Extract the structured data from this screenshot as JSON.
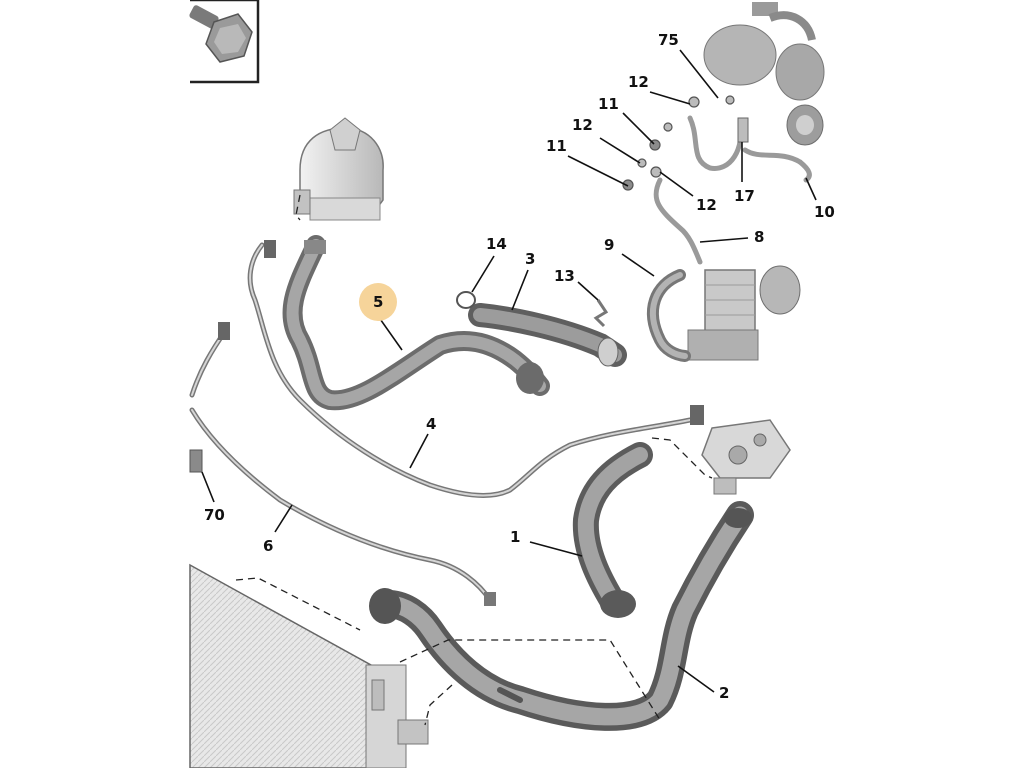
{
  "diagram": {
    "callouts": [
      {
        "id": "c75",
        "label": "75"
      },
      {
        "id": "c12a",
        "label": "12"
      },
      {
        "id": "c11a",
        "label": "11"
      },
      {
        "id": "c12b",
        "label": "12"
      },
      {
        "id": "c11b",
        "label": "11"
      },
      {
        "id": "c12c",
        "label": "12"
      },
      {
        "id": "c17",
        "label": "17"
      },
      {
        "id": "c10",
        "label": "10"
      },
      {
        "id": "c14",
        "label": "14"
      },
      {
        "id": "c3",
        "label": "3"
      },
      {
        "id": "c9",
        "label": "9"
      },
      {
        "id": "c8",
        "label": "8"
      },
      {
        "id": "c13",
        "label": "13"
      },
      {
        "id": "c5",
        "label": "5",
        "highlighted": true
      },
      {
        "id": "c4",
        "label": "4"
      },
      {
        "id": "c70",
        "label": "70"
      },
      {
        "id": "c6",
        "label": "6"
      },
      {
        "id": "c1",
        "label": "1"
      },
      {
        "id": "c2",
        "label": "2"
      }
    ],
    "highlight_color": "#f6d49a",
    "hose_color": "#8e8e8e",
    "line_color": "#222222",
    "inset_icon": "bolt-icon"
  }
}
